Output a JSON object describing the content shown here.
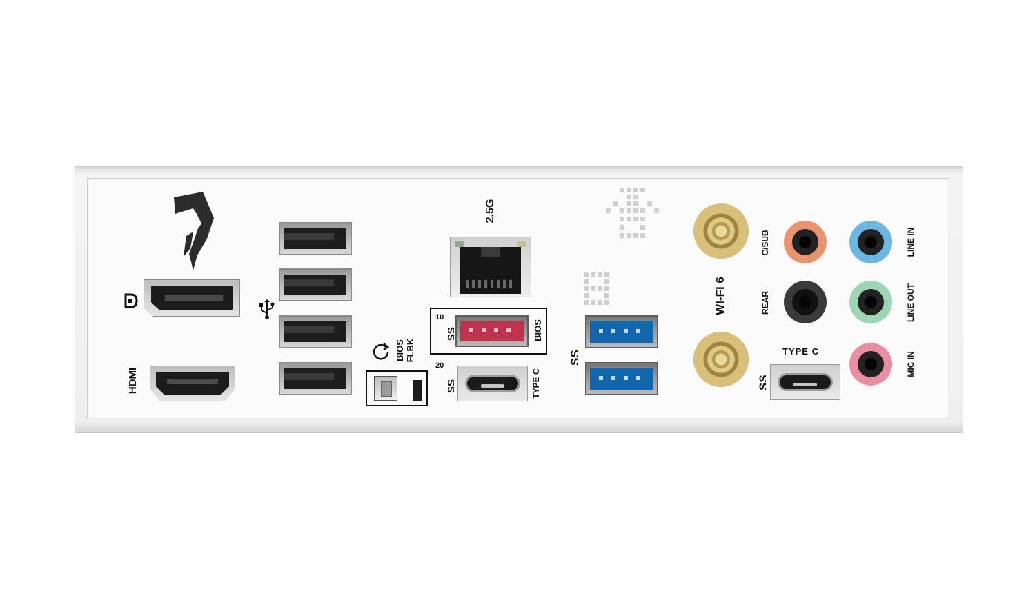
{
  "labels": {
    "hdmi": "HDMI",
    "lan_speed": "2.5G",
    "bios": "BIOS",
    "flbk": "FLBK",
    "bios_port": "BIOS",
    "ss_10": "10",
    "ss_20": "20",
    "ss": "SS",
    "type_c_mid": "TYPE C",
    "type_c_right": "TYPE C",
    "wifi": "WI-FI 6",
    "c_sub": "C/SUB",
    "rear": "REAR",
    "line_in": "LINE IN",
    "line_out": "LINE OUT",
    "mic_in": "MIC IN"
  },
  "colors": {
    "usb3_blue": "#1266b0",
    "bios_port_red": "#c0334a",
    "jack_orange": "#e9946e",
    "jack_black": "#2a2a2a",
    "jack_blue": "#6cb6e2",
    "jack_green": "#9cd6b4",
    "jack_pink": "#e98ea0",
    "antenna_gold": "#d2b86a"
  },
  "icons": [
    "rog-logo-icon",
    "displayport-icon",
    "usb-icon",
    "refresh-icon",
    "superspeed-icon",
    "pixel-mascot-icon"
  ]
}
